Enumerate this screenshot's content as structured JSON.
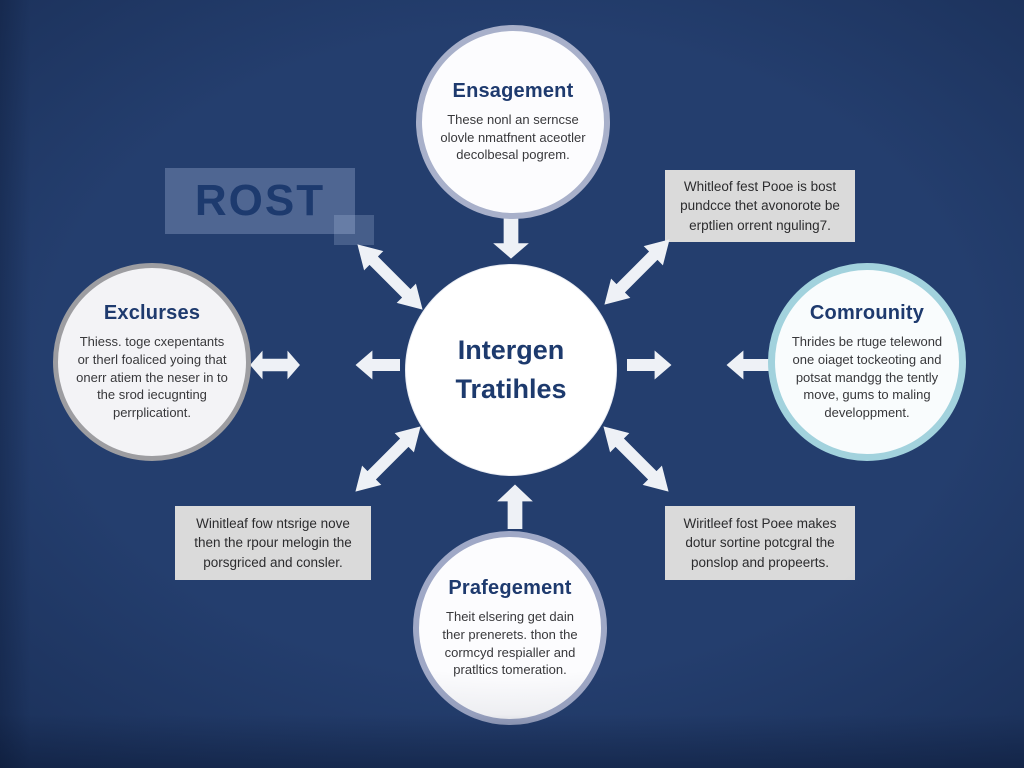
{
  "center_node": {
    "line1": "Intergen",
    "line2": "Tratihles"
  },
  "nodes": {
    "top": {
      "title": "Ensagement",
      "body": "These nonl an serncse olovle nmatfnent aceotler decolbesal pogrem."
    },
    "left": {
      "title": "Exclurses",
      "body": "Thiess. toge cxepentants or therl foaliced yoing that onerr atiem the neser in to the srod iecugnting perrplicationt."
    },
    "right": {
      "title": "Comrounity",
      "body": "Thrides be rtuge telewond one oiaget tockeoting and potsat mandgg the tently move, gums to maling developpment."
    },
    "bottom": {
      "title": "Prafegement",
      "body": "Theit elsering get dain ther prenerets. thon the cormcyd respialler and pratltics tomeration."
    }
  },
  "label_box": {
    "text": "ROST"
  },
  "note_boxes": {
    "top_right": "Whitleof fest Pooe is bost pundcce thet avonorote be erptlien orrent nguling7.",
    "bottom_left": "Winitleaf fow ntsrige nove then the rpour melogin the porsgriced and consler.",
    "bottom_right": "Wiritleef fost Poee makes dotur sortine potcgral the ponslop and propeerts."
  },
  "colors": {
    "background": "#243e6e",
    "navy_text": "#1d3a6e",
    "note_background": "#dadada",
    "note_text": "#2c2c2e",
    "arrow": "#eef1f6",
    "top_circle_border": "#a8b0ca",
    "bottom_circle_border": "#9fa8c6",
    "left_circle_border": "#9d9da1",
    "right_circle_border": "#a2d2dd",
    "label_box_background": "rgba(190,210,240,0.28)"
  }
}
